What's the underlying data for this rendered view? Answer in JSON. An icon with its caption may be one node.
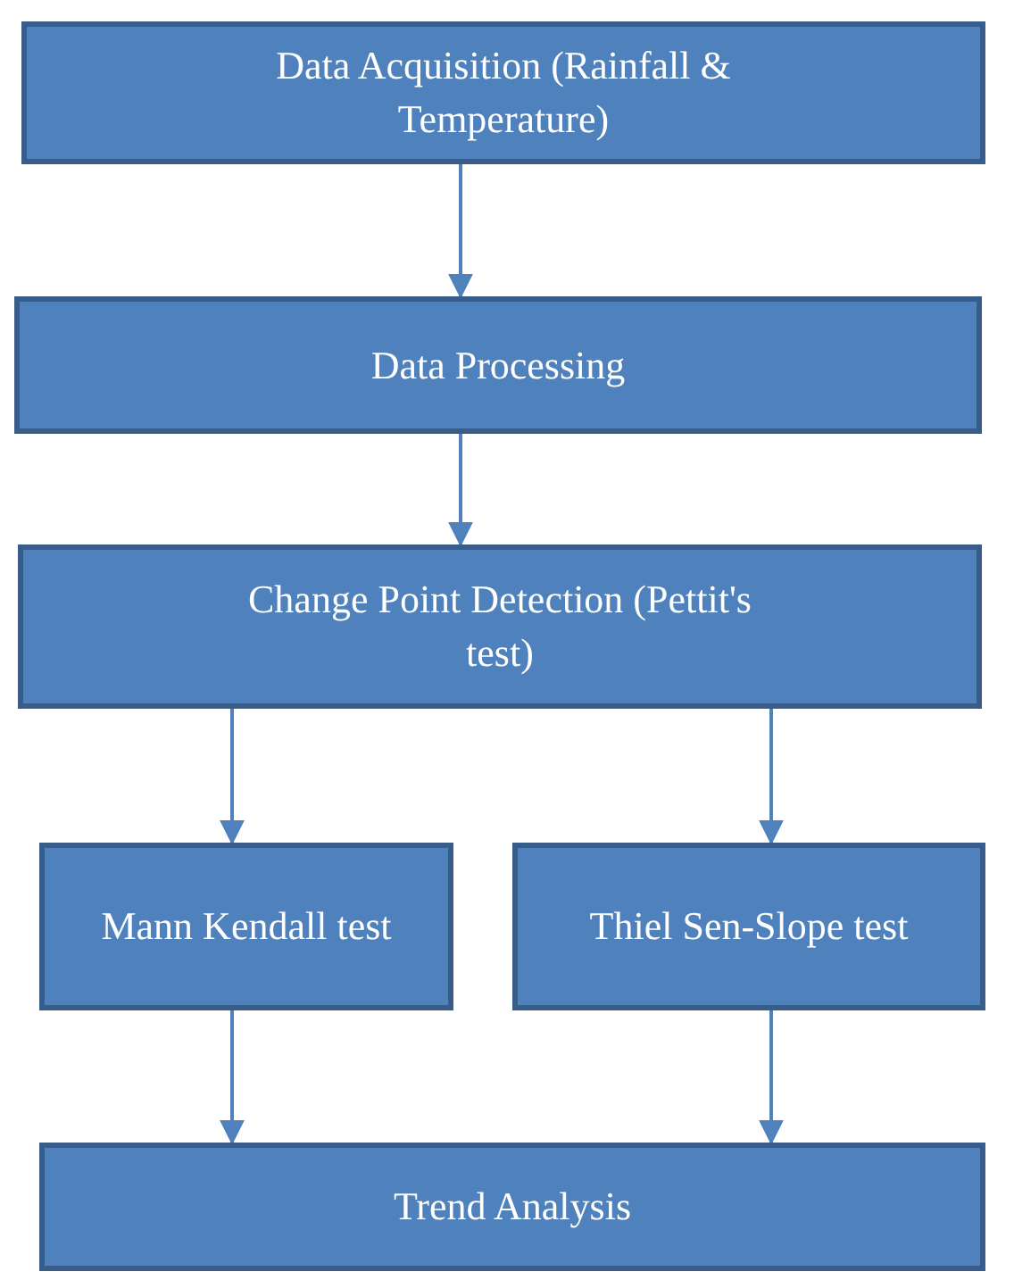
{
  "diagram": {
    "nodes": [
      {
        "text": [
          "Data Acquisition (Rainfall & Temperature)"
        ]
      },
      {
        "text": [
          "Data Processing"
        ]
      },
      {
        "text": [
          "Change Point Detection (Pettit's test)"
        ]
      },
      {
        "text": [
          "Mann Kendall test"
        ]
      },
      {
        "text": [
          "Thiel Sen-Slope test"
        ]
      },
      {
        "text": [
          "Trend Analysis"
        ]
      }
    ],
    "edges": [
      {
        "from": 0,
        "to": 1,
        "arrow": "to"
      },
      {
        "from": 1,
        "to": 2,
        "arrow": "to"
      },
      {
        "from": 2,
        "to": 3,
        "arrow": "to"
      },
      {
        "from": 2,
        "to": 4,
        "arrow": "to"
      },
      {
        "from": 3,
        "to": 5,
        "arrow": "to"
      },
      {
        "from": 4,
        "to": 5,
        "arrow": "to"
      }
    ]
  }
}
